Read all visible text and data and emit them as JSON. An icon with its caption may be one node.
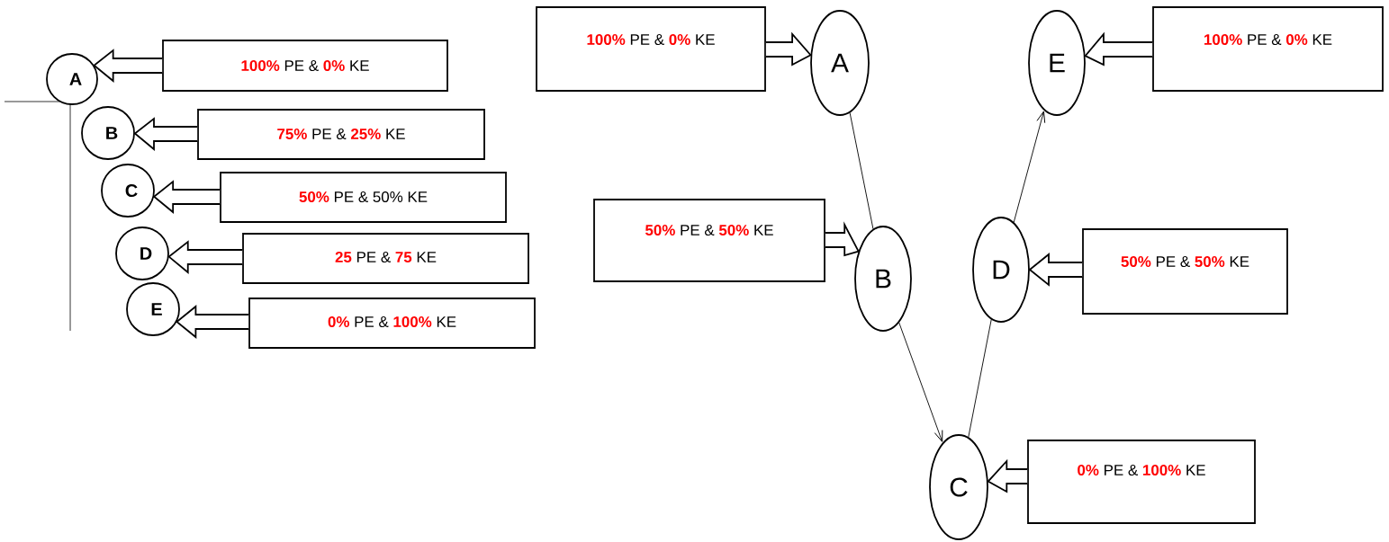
{
  "diagram": {
    "nodes": [
      {
        "text": [
          "A"
        ]
      },
      {
        "text": [
          "**100%** PE & **0%** KE"
        ]
      },
      {
        "text": [
          "B"
        ]
      },
      {
        "text": [
          "**75%** PE & **25%** KE"
        ]
      },
      {
        "text": [
          "C"
        ]
      },
      {
        "text": [
          "**50%** PE & 50% KE"
        ]
      },
      {
        "text": [
          "D"
        ]
      },
      {
        "text": [
          "**25** PE & **75** KE"
        ]
      },
      {
        "text": [
          "E"
        ]
      },
      {
        "text": [
          "**0%** PE & **100%** KE"
        ]
      },
      {
        "text": [
          "**100%** PE & **0%** KE"
        ]
      },
      {
        "text": [
          "A"
        ]
      },
      {
        "text": [
          "E"
        ]
      },
      {
        "text": [
          "**100%** PE & **0%** KE"
        ]
      },
      {
        "text": [
          "**50%** PE & **50%** KE"
        ]
      },
      {
        "text": [
          "B"
        ]
      },
      {
        "text": [
          "D"
        ]
      },
      {
        "text": [
          "**50%** PE & **50%** KE"
        ]
      },
      {
        "text": [
          "C"
        ]
      },
      {
        "text": [
          "**0%** PE & **100%** KE"
        ]
      }
    ],
    "edges": [
      {
        "from": 1,
        "to": 0,
        "arrow": "to"
      },
      {
        "from": 3,
        "to": 2,
        "arrow": "to"
      },
      {
        "from": 5,
        "to": 4,
        "arrow": "to"
      },
      {
        "from": 7,
        "to": 6,
        "arrow": "to"
      },
      {
        "from": 9,
        "to": 8,
        "arrow": "to"
      },
      {
        "from": 10,
        "to": 11,
        "arrow": "to"
      },
      {
        "from": 13,
        "to": 12,
        "arrow": "to"
      },
      {
        "from": 14,
        "to": 15,
        "arrow": "to"
      },
      {
        "from": 17,
        "to": 16,
        "arrow": "to"
      },
      {
        "from": 19,
        "to": 18,
        "arrow": "to"
      },
      {
        "from": 11,
        "to": 15,
        "arrow": "none"
      },
      {
        "from": 15,
        "to": 18,
        "arrow": "to"
      },
      {
        "from": 18,
        "to": 16,
        "arrow": "none"
      },
      {
        "from": 16,
        "to": 12,
        "arrow": "to"
      }
    ]
  }
}
